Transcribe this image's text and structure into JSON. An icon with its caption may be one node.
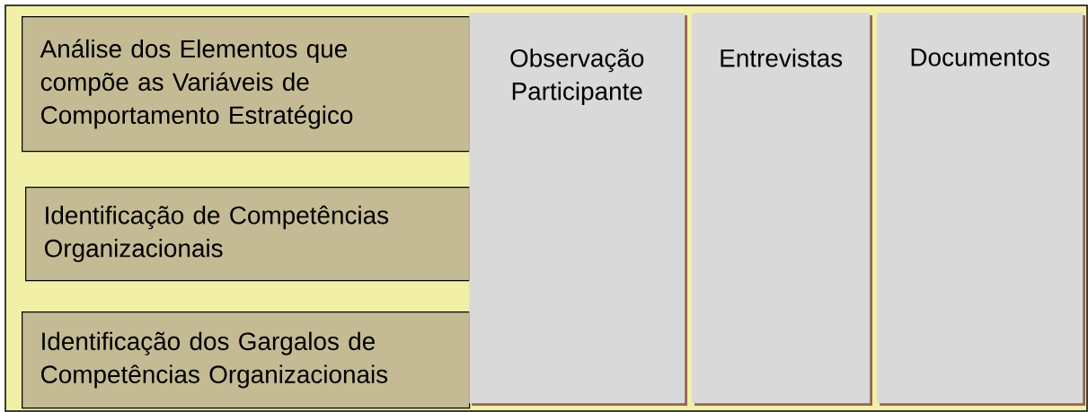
{
  "diagram": {
    "nodes": [
      {
        "text": [
          "Análise dos Elementos que compõe as Variáveis de Comportamento Estratégico"
        ]
      },
      {
        "text": [
          "Identificação de Competências Organizacionais"
        ]
      },
      {
        "text": [
          "Identificação dos Gargalos de Competências Organizacionais"
        ]
      },
      {
        "text": [
          "Observação Participante"
        ]
      },
      {
        "text": [
          "Entrevistas"
        ]
      },
      {
        "text": [
          "Documentos"
        ]
      }
    ]
  }
}
